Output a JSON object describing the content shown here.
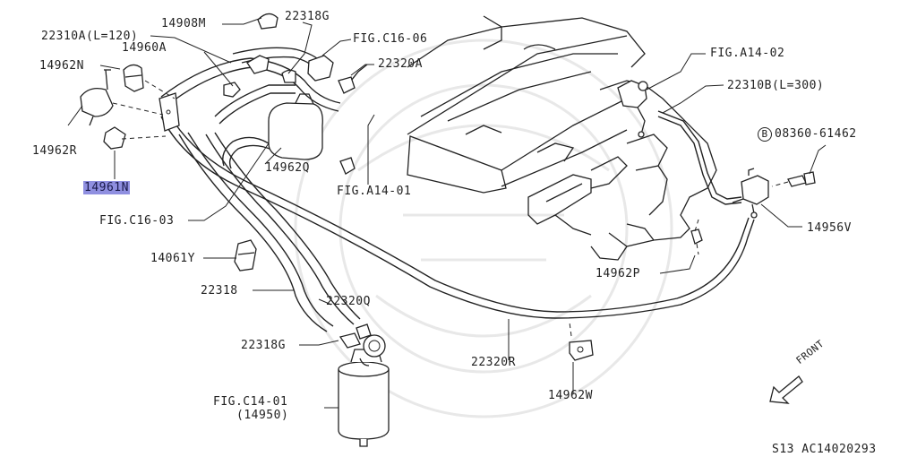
{
  "diagram": {
    "labels": {
      "l22310a": "22310A(L=120)",
      "l14908m": "14908M",
      "l22318g_top": "22318G",
      "lfigc1606": "FIG.C16-06",
      "l14960a": "14960A",
      "l14962n": "14962N",
      "l22320a": "22320A",
      "lfiga1402": "FIG.A14-02",
      "l22310b": "22310B(L=300)",
      "l14962r": "14962R",
      "l14961n": "14961N",
      "l08360_prefix": "B",
      "l08360": "08360-61462",
      "l14962q": "14962Q",
      "lfiga1401": "FIG.A14-01",
      "lfigc1603": "FIG.C16-03",
      "l14956v": "14956V",
      "l14061y": "14061Y",
      "l14962p": "14962P",
      "l22318": "22318",
      "l22320q": "22320Q",
      "l22318g_bottom": "22318G",
      "l22320r": "22320R",
      "lfigc1401": "FIG.C14-01",
      "l14950": "(14950)",
      "l14962w": "14962W",
      "front": "FRONT",
      "footer_code": "S13  AC14020293"
    },
    "highlight_color": "#8f8fe0"
  }
}
